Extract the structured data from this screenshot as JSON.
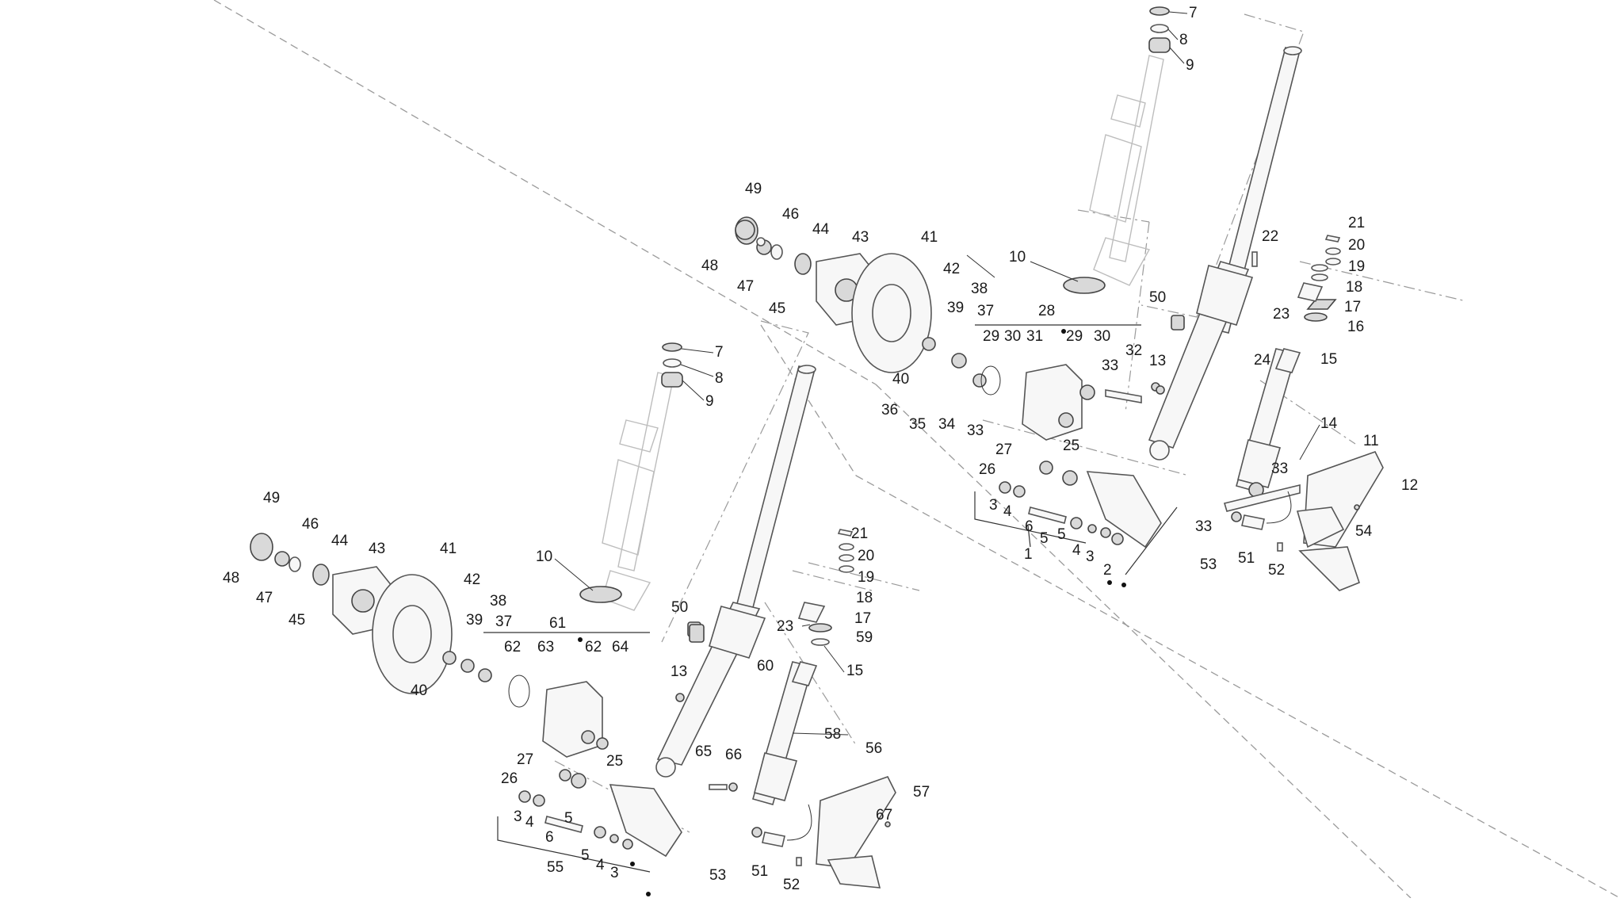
{
  "diagram": {
    "upper_labels": [
      "7",
      "8",
      "9",
      "10",
      "49",
      "48",
      "47",
      "46",
      "45",
      "44",
      "43",
      "41",
      "42",
      "39",
      "38",
      "37",
      "40",
      "36",
      "35",
      "34",
      "33",
      "28",
      "29",
      "30",
      "31",
      "29",
      "30",
      "32",
      "33",
      "13",
      "50",
      "22",
      "21",
      "20",
      "19",
      "18",
      "17",
      "23",
      "16",
      "24",
      "15",
      "14",
      "11",
      "12",
      "27",
      "25",
      "26",
      "3",
      "4",
      "6",
      "5",
      "5",
      "4",
      "3",
      "1",
      "2",
      "33",
      "33",
      "53",
      "51",
      "52",
      "54"
    ],
    "lower_labels": [
      "7",
      "8",
      "9",
      "10",
      "49",
      "48",
      "47",
      "46",
      "45",
      "44",
      "43",
      "41",
      "42",
      "39",
      "38",
      "37",
      "40",
      "61",
      "62",
      "63",
      "62",
      "64",
      "50",
      "13",
      "21",
      "20",
      "19",
      "18",
      "17",
      "23",
      "59",
      "60",
      "15",
      "58",
      "56",
      "57",
      "27",
      "25",
      "26",
      "3",
      "4",
      "6",
      "5",
      "5",
      "4",
      "3",
      "55",
      "65",
      "66",
      "53",
      "51",
      "52",
      "67"
    ]
  }
}
